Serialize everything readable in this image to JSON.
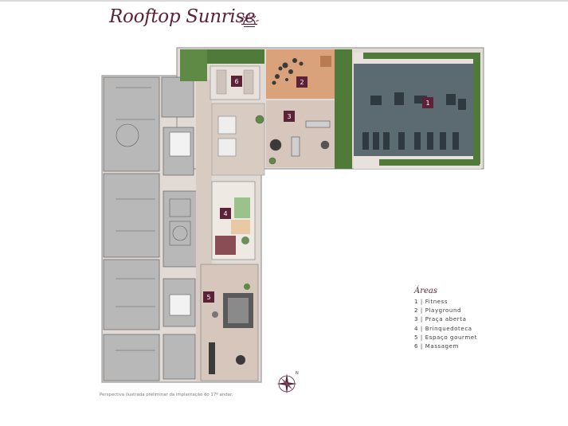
{
  "header": {
    "title": "Rooftop Sunrise",
    "icon": "sunrise-icon"
  },
  "areas": [
    {
      "number": "1",
      "label": "Fitness"
    },
    {
      "number": "2",
      "label": "Playground"
    },
    {
      "number": "3",
      "label": "Praça aberta"
    },
    {
      "number": "4",
      "label": "Brinquedoteca"
    },
    {
      "number": "5",
      "label": "Espaço gourmet"
    },
    {
      "number": "6",
      "label": "Massagem"
    }
  ],
  "legend": {
    "title": "Áreas",
    "separator": "|"
  },
  "caption": "Perspectiva ilustrada preliminar da implantação do 17º andar.",
  "compass": {
    "icon": "compass-rose-icon",
    "north": "N"
  },
  "colors": {
    "brand": "#5b2238",
    "marker": "#5b2238",
    "plan_floor": "#d8cbc2",
    "plan_wall": "#8a8a8a",
    "greenery": "#4f7a3a",
    "playground": "#d9a27a",
    "gym_floor": "#5c6a72"
  }
}
